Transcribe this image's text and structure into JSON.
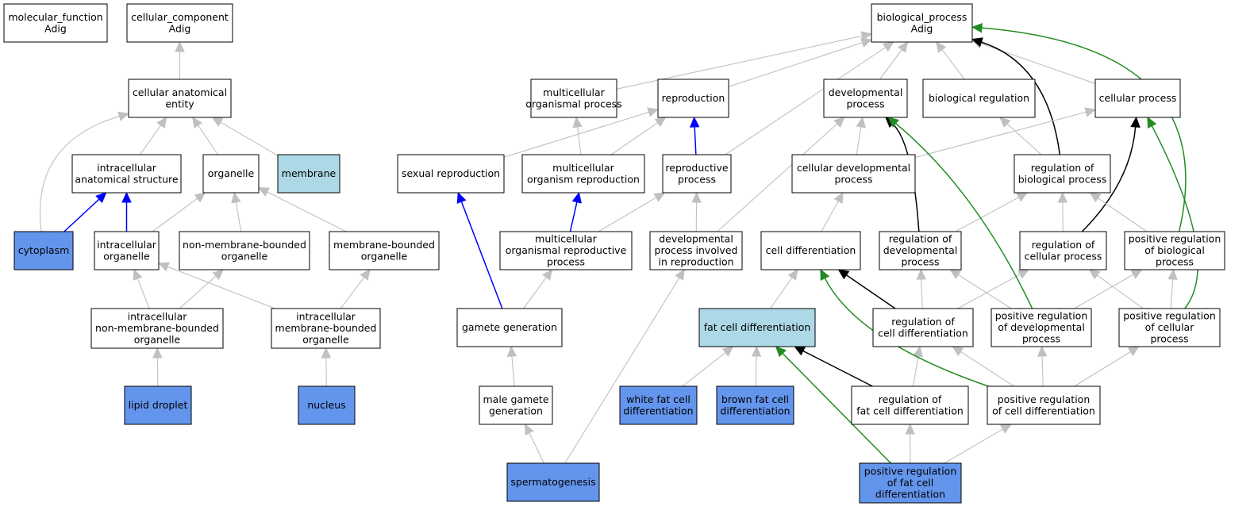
{
  "colors": {
    "plain": "#ffffff",
    "highlight_light": "#add8e6",
    "highlight_dark": "#6495ed",
    "edge_is_a": "#c0c0c0",
    "edge_part_of": "#0000ff",
    "edge_regulates": "#000000",
    "edge_positively_regulates": "#228b22"
  },
  "nodes": [
    {
      "id": "mf",
      "lines": [
        "molecular_function",
        "Adig"
      ],
      "fill": "plain"
    },
    {
      "id": "cc",
      "lines": [
        "cellular_component",
        "Adig"
      ],
      "fill": "plain"
    },
    {
      "id": "bp",
      "lines": [
        "biological_process",
        "Adig"
      ],
      "fill": "plain"
    },
    {
      "id": "cae",
      "lines": [
        "cellular anatomical",
        "entity"
      ],
      "fill": "plain"
    },
    {
      "id": "ias",
      "lines": [
        "intracellular",
        "anatomical structure"
      ],
      "fill": "plain"
    },
    {
      "id": "org",
      "lines": [
        "organelle"
      ],
      "fill": "plain"
    },
    {
      "id": "mem",
      "lines": [
        "membrane"
      ],
      "fill": "highlight_light"
    },
    {
      "id": "cyt",
      "lines": [
        "cytoplasm"
      ],
      "fill": "highlight_dark"
    },
    {
      "id": "io",
      "lines": [
        "intracellular",
        "organelle"
      ],
      "fill": "plain"
    },
    {
      "id": "nmbo",
      "lines": [
        "non-membrane-bounded",
        "organelle"
      ],
      "fill": "plain"
    },
    {
      "id": "mbo",
      "lines": [
        "membrane-bounded",
        "organelle"
      ],
      "fill": "plain"
    },
    {
      "id": "inmbo",
      "lines": [
        "intracellular",
        "non-membrane-bounded",
        "organelle"
      ],
      "fill": "plain"
    },
    {
      "id": "imbo",
      "lines": [
        "intracellular",
        "membrane-bounded",
        "organelle"
      ],
      "fill": "plain"
    },
    {
      "id": "ld",
      "lines": [
        "lipid droplet"
      ],
      "fill": "highlight_dark"
    },
    {
      "id": "nuc",
      "lines": [
        "nucleus"
      ],
      "fill": "highlight_dark"
    },
    {
      "id": "mop",
      "lines": [
        "multicellular",
        "organismal process"
      ],
      "fill": "plain"
    },
    {
      "id": "rep",
      "lines": [
        "reproduction"
      ],
      "fill": "plain"
    },
    {
      "id": "dp",
      "lines": [
        "developmental",
        "process"
      ],
      "fill": "plain"
    },
    {
      "id": "br",
      "lines": [
        "biological regulation"
      ],
      "fill": "plain"
    },
    {
      "id": "cp",
      "lines": [
        "cellular process"
      ],
      "fill": "plain"
    },
    {
      "id": "sr",
      "lines": [
        "sexual reproduction"
      ],
      "fill": "plain"
    },
    {
      "id": "mor",
      "lines": [
        "multicellular",
        "organism reproduction"
      ],
      "fill": "plain"
    },
    {
      "id": "rp",
      "lines": [
        "reproductive",
        "process"
      ],
      "fill": "plain"
    },
    {
      "id": "cdp",
      "lines": [
        "cellular developmental",
        "process"
      ],
      "fill": "plain"
    },
    {
      "id": "rbp",
      "lines": [
        "regulation of",
        "biological process"
      ],
      "fill": "plain"
    },
    {
      "id": "morp",
      "lines": [
        "multicellular",
        "organismal reproductive",
        "process"
      ],
      "fill": "plain"
    },
    {
      "id": "dpir",
      "lines": [
        "developmental",
        "process involved",
        "in reproduction"
      ],
      "fill": "plain"
    },
    {
      "id": "cd",
      "lines": [
        "cell differentiation"
      ],
      "fill": "plain"
    },
    {
      "id": "rdp",
      "lines": [
        "regulation of",
        "developmental",
        "process"
      ],
      "fill": "plain"
    },
    {
      "id": "rcp",
      "lines": [
        "regulation of",
        "cellular process"
      ],
      "fill": "plain"
    },
    {
      "id": "prbp",
      "lines": [
        "positive regulation",
        "of biological",
        "process"
      ],
      "fill": "plain"
    },
    {
      "id": "gg",
      "lines": [
        "gamete generation"
      ],
      "fill": "plain"
    },
    {
      "id": "fcd",
      "lines": [
        "fat cell differentiation"
      ],
      "fill": "highlight_light"
    },
    {
      "id": "rcd",
      "lines": [
        "regulation of",
        "cell differentiation"
      ],
      "fill": "plain"
    },
    {
      "id": "prdp",
      "lines": [
        "positive regulation",
        "of developmental",
        "process"
      ],
      "fill": "plain"
    },
    {
      "id": "prcp",
      "lines": [
        "positive regulation",
        "of cellular",
        "process"
      ],
      "fill": "plain"
    },
    {
      "id": "mgg",
      "lines": [
        "male gamete",
        "generation"
      ],
      "fill": "plain"
    },
    {
      "id": "wfcd",
      "lines": [
        "white fat cell",
        "differentiation"
      ],
      "fill": "highlight_dark"
    },
    {
      "id": "bfcd",
      "lines": [
        "brown fat cell",
        "differentiation"
      ],
      "fill": "highlight_dark"
    },
    {
      "id": "rfcd",
      "lines": [
        "regulation of",
        "fat cell differentiation"
      ],
      "fill": "plain"
    },
    {
      "id": "prcd",
      "lines": [
        "positive regulation",
        "of cell differentiation"
      ],
      "fill": "plain"
    },
    {
      "id": "sperm",
      "lines": [
        "spermatogenesis"
      ],
      "fill": "highlight_dark"
    },
    {
      "id": "prfcd",
      "lines": [
        "positive regulation",
        "of fat cell",
        "differentiation"
      ],
      "fill": "highlight_dark"
    }
  ],
  "edges": [
    {
      "from": "cae",
      "to": "cc",
      "type": "is_a"
    },
    {
      "from": "ias",
      "to": "cae",
      "type": "is_a"
    },
    {
      "from": "org",
      "to": "cae",
      "type": "is_a"
    },
    {
      "from": "mem",
      "to": "cae",
      "type": "is_a"
    },
    {
      "from": "cyt",
      "to": "cae",
      "type": "is_a"
    },
    {
      "from": "cyt",
      "to": "ias",
      "type": "part_of"
    },
    {
      "from": "io",
      "to": "ias",
      "type": "part_of"
    },
    {
      "from": "io",
      "to": "org",
      "type": "is_a"
    },
    {
      "from": "nmbo",
      "to": "org",
      "type": "is_a"
    },
    {
      "from": "mbo",
      "to": "org",
      "type": "is_a"
    },
    {
      "from": "inmbo",
      "to": "io",
      "type": "is_a"
    },
    {
      "from": "inmbo",
      "to": "nmbo",
      "type": "is_a"
    },
    {
      "from": "imbo",
      "to": "io",
      "type": "is_a"
    },
    {
      "from": "imbo",
      "to": "mbo",
      "type": "is_a"
    },
    {
      "from": "ld",
      "to": "inmbo",
      "type": "is_a"
    },
    {
      "from": "nuc",
      "to": "imbo",
      "type": "is_a"
    },
    {
      "from": "mop",
      "to": "bp",
      "type": "is_a"
    },
    {
      "from": "rep",
      "to": "bp",
      "type": "is_a"
    },
    {
      "from": "dp",
      "to": "bp",
      "type": "is_a"
    },
    {
      "from": "br",
      "to": "bp",
      "type": "is_a"
    },
    {
      "from": "cp",
      "to": "bp",
      "type": "is_a"
    },
    {
      "from": "rp",
      "to": "bp",
      "type": "is_a"
    },
    {
      "from": "rbp",
      "to": "bp",
      "type": "regulates"
    },
    {
      "from": "prbp",
      "to": "bp",
      "type": "positively_regulates"
    },
    {
      "from": "sr",
      "to": "rep",
      "type": "is_a"
    },
    {
      "from": "mor",
      "to": "rep",
      "type": "is_a"
    },
    {
      "from": "mor",
      "to": "mop",
      "type": "is_a"
    },
    {
      "from": "rp",
      "to": "rep",
      "type": "part_of"
    },
    {
      "from": "cdp",
      "to": "dp",
      "type": "is_a"
    },
    {
      "from": "cdp",
      "to": "cp",
      "type": "is_a"
    },
    {
      "from": "rbp",
      "to": "br",
      "type": "is_a"
    },
    {
      "from": "morp",
      "to": "mor",
      "type": "part_of"
    },
    {
      "from": "morp",
      "to": "rp",
      "type": "is_a"
    },
    {
      "from": "dpir",
      "to": "rp",
      "type": "is_a"
    },
    {
      "from": "dpir",
      "to": "dp",
      "type": "is_a"
    },
    {
      "from": "cd",
      "to": "cdp",
      "type": "is_a"
    },
    {
      "from": "rdp",
      "to": "dp",
      "type": "regulates"
    },
    {
      "from": "rdp",
      "to": "rbp",
      "type": "is_a"
    },
    {
      "from": "rcp",
      "to": "rbp",
      "type": "is_a"
    },
    {
      "from": "rcp",
      "to": "cp",
      "type": "regulates"
    },
    {
      "from": "prbp",
      "to": "rbp",
      "type": "is_a"
    },
    {
      "from": "gg",
      "to": "sr",
      "type": "part_of"
    },
    {
      "from": "gg",
      "to": "morp",
      "type": "is_a"
    },
    {
      "from": "fcd",
      "to": "cd",
      "type": "is_a"
    },
    {
      "from": "rcd",
      "to": "cd",
      "type": "regulates"
    },
    {
      "from": "rcd",
      "to": "rdp",
      "type": "is_a"
    },
    {
      "from": "rcd",
      "to": "rcp",
      "type": "is_a"
    },
    {
      "from": "prdp",
      "to": "dp",
      "type": "positively_regulates"
    },
    {
      "from": "prdp",
      "to": "rdp",
      "type": "is_a"
    },
    {
      "from": "prdp",
      "to": "prbp",
      "type": "is_a"
    },
    {
      "from": "prcp",
      "to": "cp",
      "type": "positively_regulates"
    },
    {
      "from": "prcp",
      "to": "rcp",
      "type": "is_a"
    },
    {
      "from": "prcp",
      "to": "prbp",
      "type": "is_a"
    },
    {
      "from": "mgg",
      "to": "gg",
      "type": "is_a"
    },
    {
      "from": "wfcd",
      "to": "fcd",
      "type": "is_a"
    },
    {
      "from": "bfcd",
      "to": "fcd",
      "type": "is_a"
    },
    {
      "from": "rfcd",
      "to": "fcd",
      "type": "regulates"
    },
    {
      "from": "rfcd",
      "to": "rcd",
      "type": "is_a"
    },
    {
      "from": "prcd",
      "to": "cd",
      "type": "positively_regulates"
    },
    {
      "from": "prcd",
      "to": "rcd",
      "type": "is_a"
    },
    {
      "from": "prcd",
      "to": "prdp",
      "type": "is_a"
    },
    {
      "from": "prcd",
      "to": "prcp",
      "type": "is_a"
    },
    {
      "from": "sperm",
      "to": "mgg",
      "type": "is_a"
    },
    {
      "from": "sperm",
      "to": "dpir",
      "type": "is_a"
    },
    {
      "from": "prfcd",
      "to": "fcd",
      "type": "positively_regulates"
    },
    {
      "from": "prfcd",
      "to": "rfcd",
      "type": "is_a"
    },
    {
      "from": "prfcd",
      "to": "prcd",
      "type": "is_a"
    }
  ]
}
